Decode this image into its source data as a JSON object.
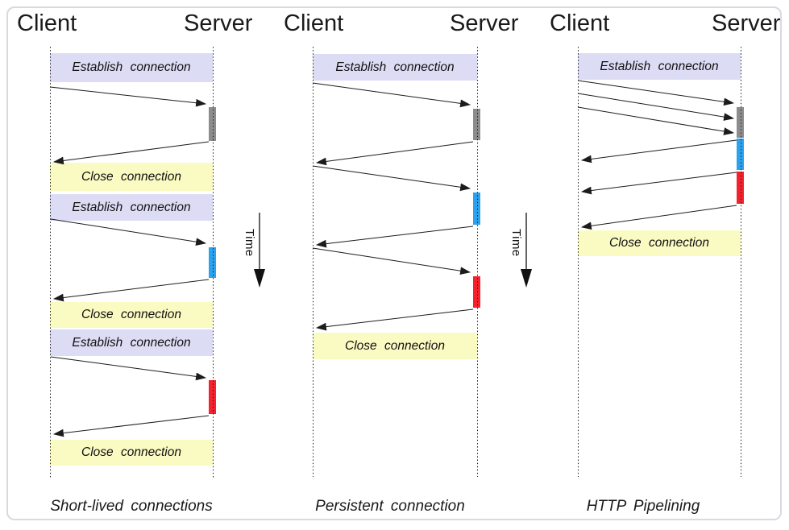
{
  "diagram": {
    "panels": [
      {
        "client_label": "Client",
        "server_label": "Server",
        "caption": "Short-lived connections",
        "bands": [
          "Establish connection",
          "Close connection",
          "Establish connection",
          "Close connection",
          "Establish connection",
          "Close connection"
        ]
      },
      {
        "client_label": "Client",
        "server_label": "Server",
        "caption": "Persistent connection",
        "bands": [
          "Establish connection",
          "Close connection"
        ]
      },
      {
        "client_label": "Client",
        "server_label": "Server",
        "caption": "HTTP Pipelining",
        "bands": [
          "Establish connection",
          "Close connection"
        ]
      }
    ],
    "time_axis": {
      "label": "Time"
    },
    "colors": {
      "establish_band": "#dcdcf5",
      "close_band": "#fafac3",
      "request1_processing_bar": "#8c8c8c",
      "request2_processing_bar": "#2aa2ee",
      "request3_processing_bar": "#f5212d",
      "card_border": "#d9d9e2"
    }
  }
}
